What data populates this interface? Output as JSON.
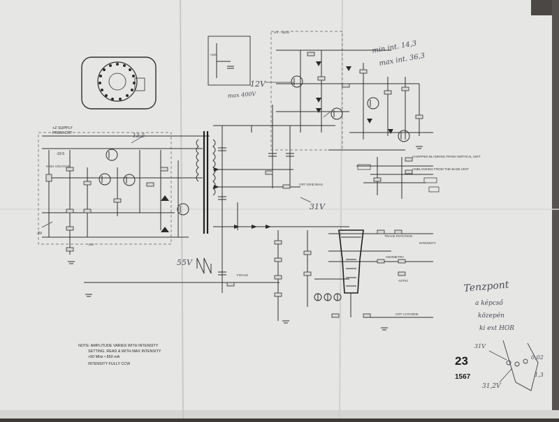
{
  "sheet": {
    "page_number": "23",
    "drawing_number": "1567"
  },
  "notes": {
    "amplitude_note_1": "NOTE: AMPLITUDE VARIES WITH INTENSITY",
    "amplitude_note_2": "SETTING. READ & WITH MAX INTENSITY",
    "amplitude_note_3": "+50 MHz • 850 mA",
    "amplitude_note_4": "INTENSITY FULLY CCW"
  },
  "schematic_labels": {
    "z_supply": "+Z SUPPLY",
    "from_crt": "FROM CRT",
    "high_voltage": "HIGH VOLTAGE",
    "hv_block": "HV - HIGH",
    "crt_grid_bias": "CRT GRID BIAS",
    "chopped_blanking": "CHOPPED BLANKING FROM VERTICAL UNIT",
    "blank_from_base": "UNBLANKING FROM THE BASE UNIT",
    "crt_cathode": "CRT CATHODE",
    "intensity": "INTENSITY",
    "focus": "FOCUS",
    "astig": "ASTIG",
    "trace_rotation": "TRACE ROTATION",
    "geometry": "GEOMETRY",
    "rail_minus": "-21V",
    "rail_plus": "+18V",
    "rail_195": "-19.5",
    "voltage_m3v": "-3V",
    "voltage_12v_print": "12V"
  },
  "handwritten": {
    "min_int": "min int. 14,3",
    "max_int": "max int. 36,3",
    "v12": "12V",
    "v_max400": "max 400V",
    "v_31": "31V",
    "v_13_5": "-13,5",
    "v_55": "55V",
    "tenzpont": "Tenzpont",
    "a_kepcso": "a képcső",
    "kozepen": "közepén",
    "ki_ext_hor": "ki ext HOR",
    "v31_small": "31V",
    "v31_2": "31,2V",
    "v0_02": "0,02",
    "v1_3": "1,3"
  },
  "colors": {
    "paper": "#e8e8e6",
    "ink": "#2e2e2e",
    "pencil": "#5a5a62",
    "background": "#3e3b38"
  }
}
